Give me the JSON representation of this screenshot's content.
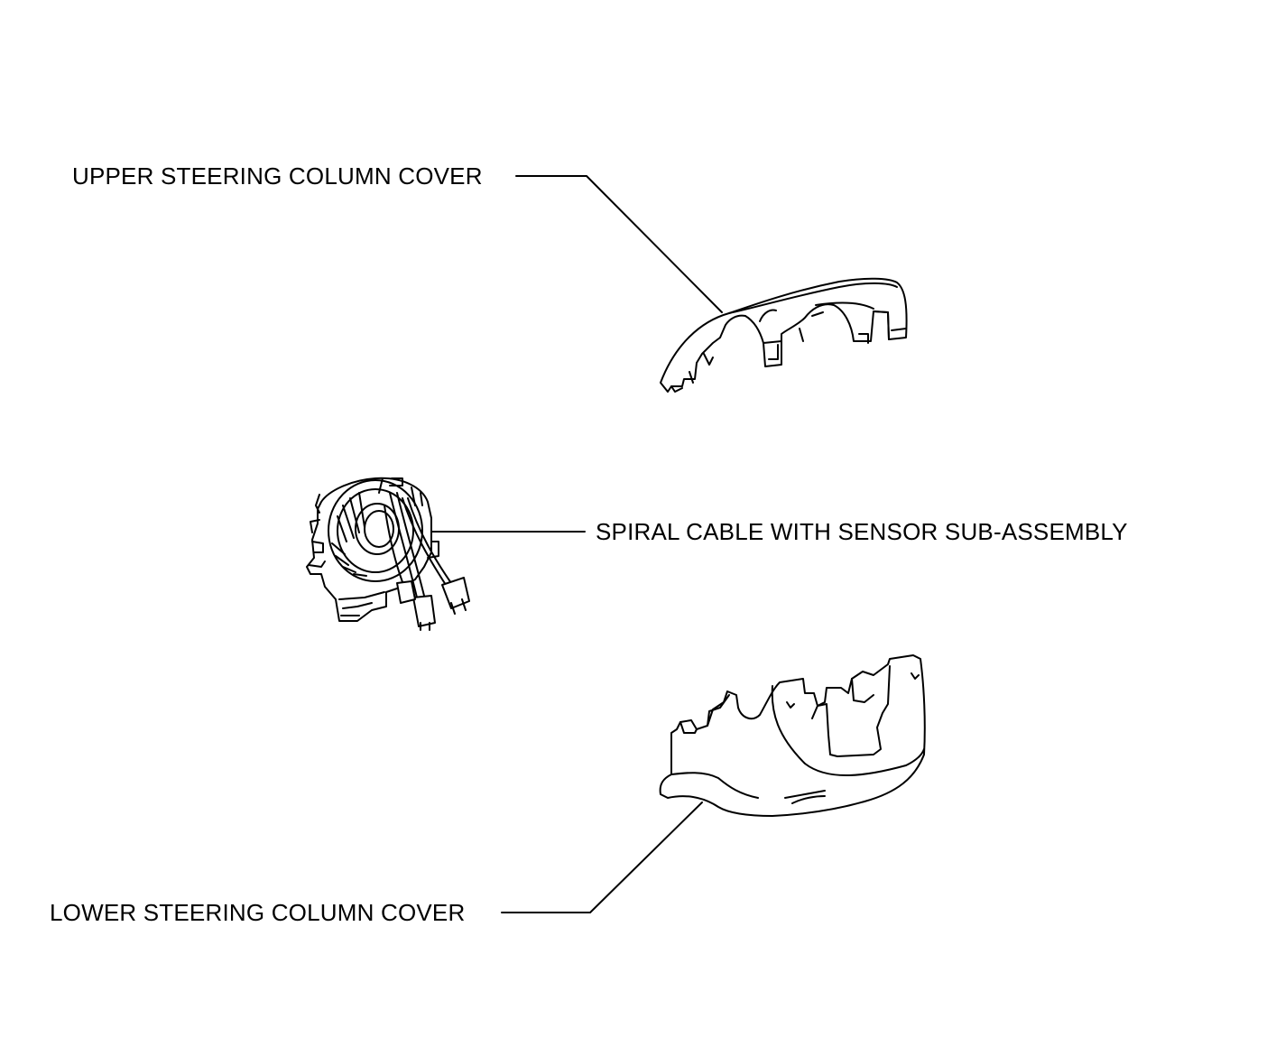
{
  "labels": {
    "upper_cover": "UPPER STEERING COLUMN COVER",
    "spiral_cable": "SPIRAL CABLE WITH SENSOR SUB-ASSEMBLY",
    "lower_cover": "LOWER STEERING COLUMN COVER"
  }
}
